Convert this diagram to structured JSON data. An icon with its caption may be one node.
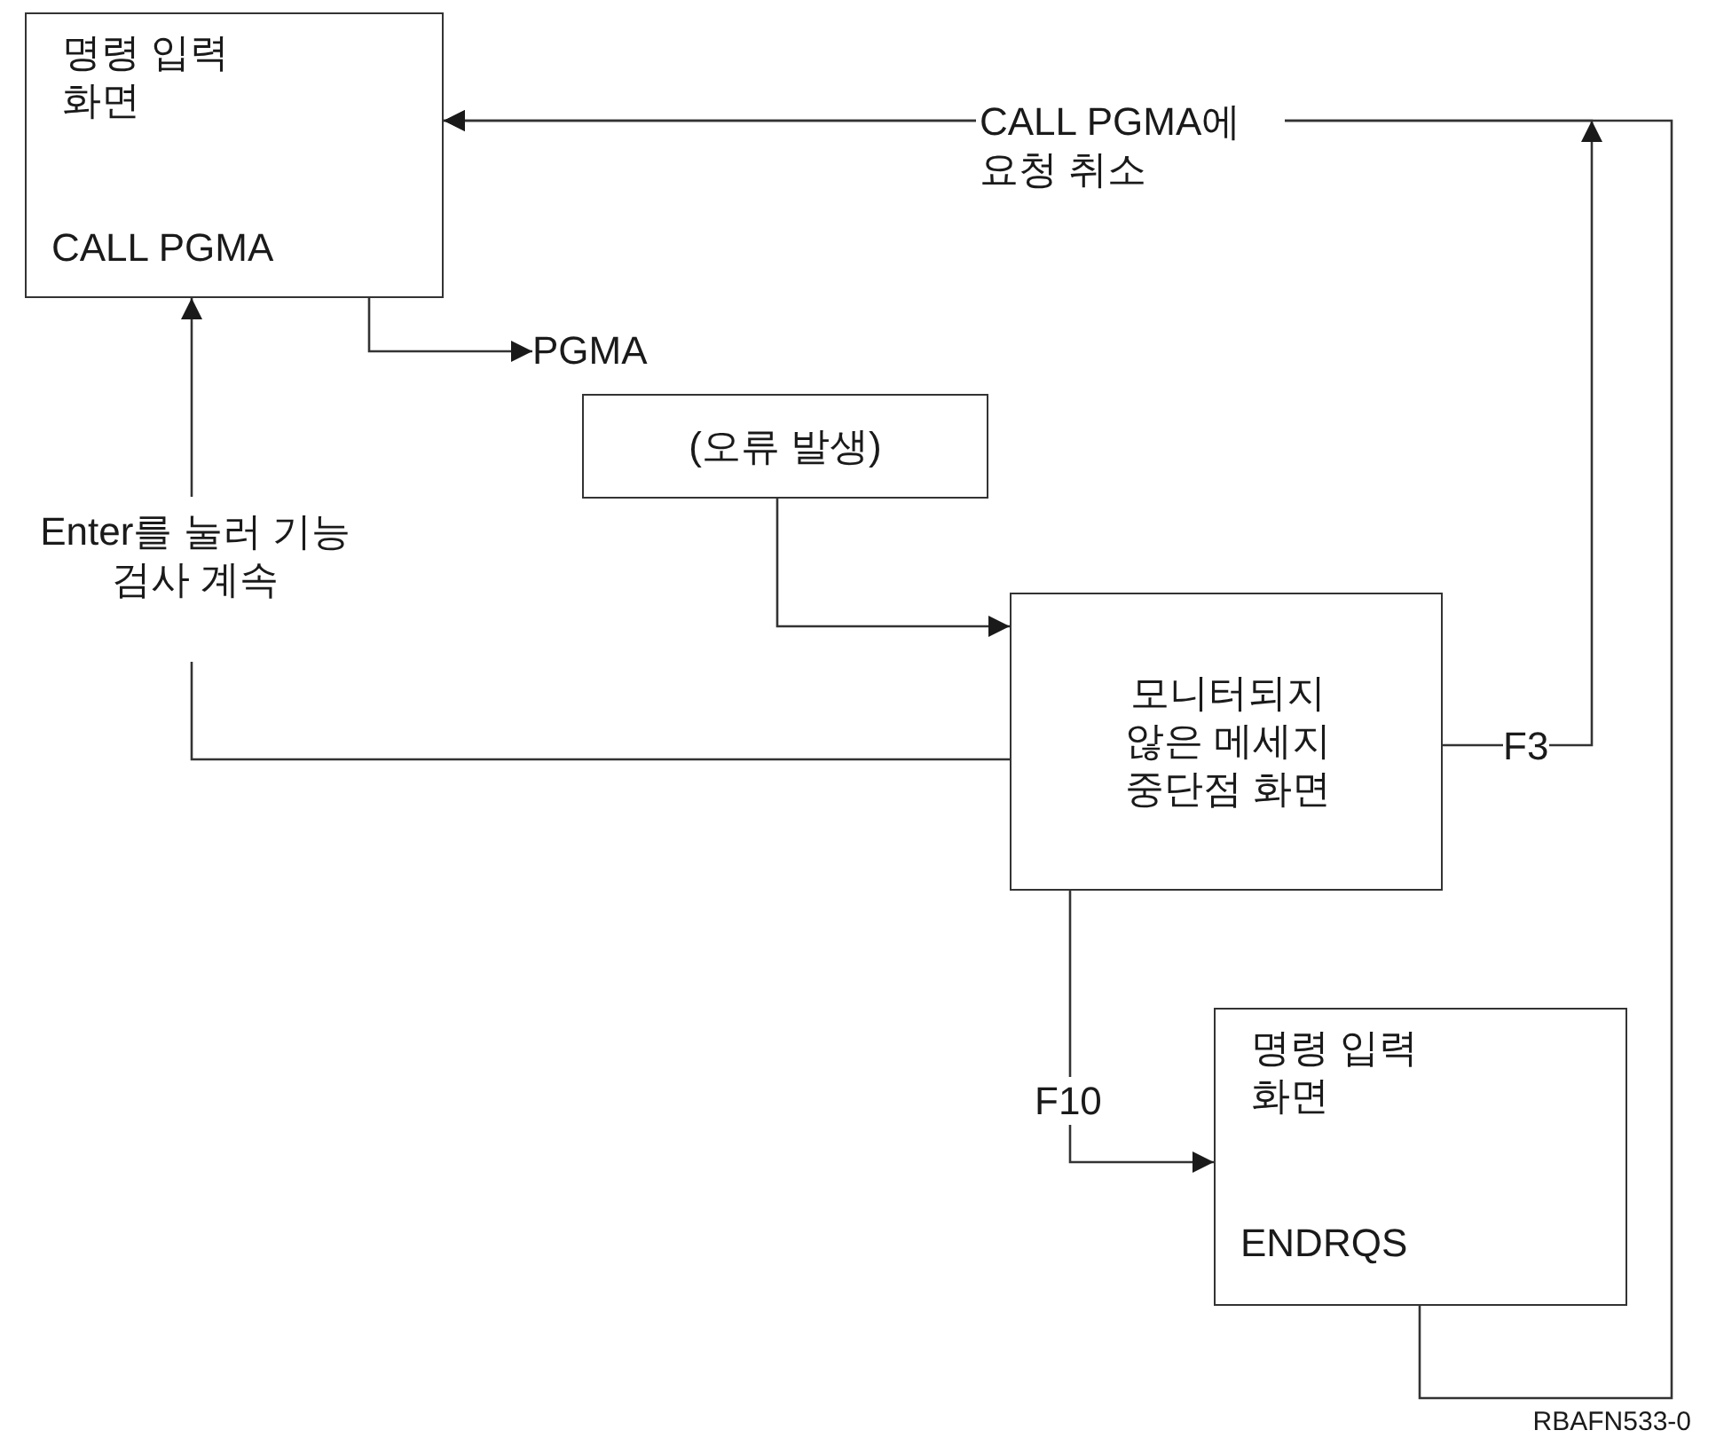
{
  "diagram": {
    "nodes": [
      {
        "text": [
          "명령 입력 화면",
          "CALL PGMA"
        ]
      },
      {
        "text": [
          "PGMA"
        ]
      },
      {
        "text": [
          "(오류 발생)"
        ]
      },
      {
        "text": [
          "Enter를 눌러 기능 검사 계속"
        ]
      },
      {
        "text": [
          "모니터되지 않은 메세지 중단점 화면"
        ]
      },
      {
        "text": [
          "명령 입력 화면",
          "ENDRQS"
        ]
      }
    ],
    "edges": [
      {
        "from": 0,
        "to": 1,
        "arrow": "to"
      },
      {
        "from": 2,
        "to": 4,
        "arrow": "to"
      },
      {
        "from": 4,
        "to": 3,
        "arrow": "none"
      },
      {
        "from": 3,
        "to": 0,
        "arrow": "to"
      },
      {
        "from": 4,
        "to": 0,
        "arrow": "to",
        "label": "F3"
      },
      {
        "from": 4,
        "to": 5,
        "arrow": "to",
        "label": "F10"
      },
      {
        "from": 5,
        "to": 0,
        "arrow": "to",
        "label": "CALL PGMA에 요청 취소"
      }
    ],
    "labels": [
      "RBAFN533-0"
    ]
  }
}
